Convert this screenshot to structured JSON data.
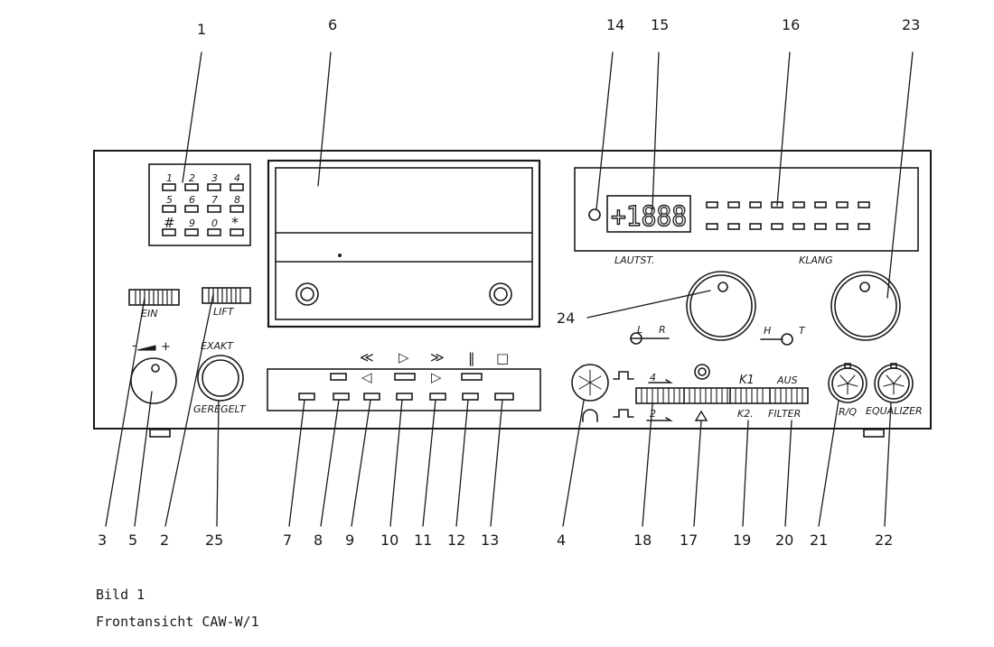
{
  "keypad": {
    "keys": [
      "1",
      "2",
      "3",
      "4",
      "5",
      "6",
      "7",
      "8",
      "#",
      "9",
      "0",
      "*"
    ]
  },
  "labels": {
    "ein": "EIN",
    "lift": "LIFT",
    "exakt": "EXAKT",
    "geregelt": "GEREGELT",
    "volume_minus": "-",
    "volume_plus": "+",
    "lautst": "LAUTST.",
    "klang": "KLANG",
    "balance_left": "L",
    "balance_right": "R",
    "tone_high": "H",
    "tone_low": "T",
    "speed_4": "4",
    "speed_2": "2",
    "k1": "K1",
    "k2": "K2.",
    "aus": "AUS",
    "filter": "FILTER",
    "riq": "R/Q",
    "equalizer": "EQUALIZER"
  },
  "display": {
    "readout": "+1888"
  },
  "transport": {
    "symbols": [
      "≪",
      "▷",
      "≫",
      "‖",
      "□"
    ],
    "row_symbols": [
      "◁",
      "▷"
    ]
  },
  "callouts": [
    "1",
    "6",
    "14",
    "15",
    "16",
    "23",
    "24",
    "3",
    "5",
    "2",
    "25",
    "7",
    "8",
    "9",
    "10",
    "11",
    "12",
    "13",
    "4",
    "18",
    "17",
    "19",
    "20",
    "21",
    "22"
  ],
  "caption": {
    "line1": "Bild 1",
    "line2": "Frontansicht CAW-W/1"
  }
}
